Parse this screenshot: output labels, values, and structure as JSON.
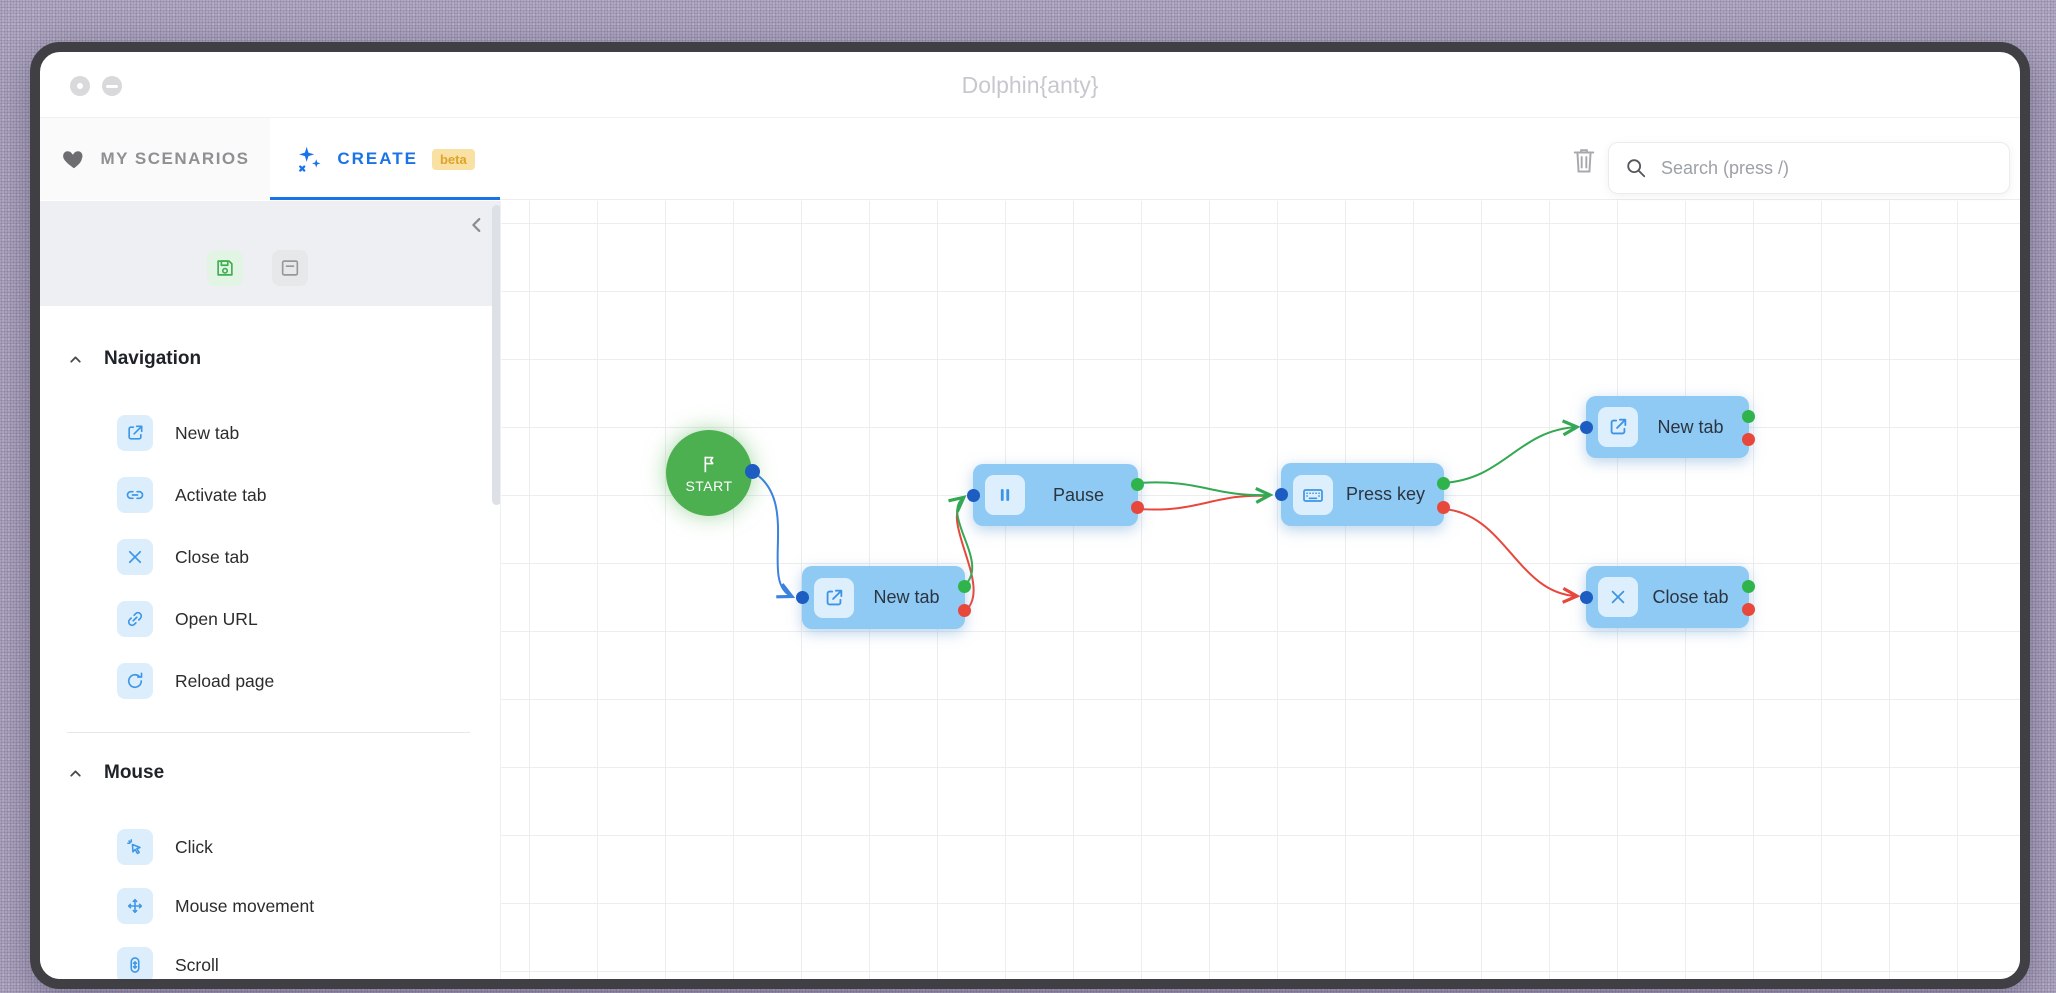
{
  "window": {
    "title": "Dolphin{anty}"
  },
  "tabs": {
    "my_scenarios": "MY SCENARIOS",
    "create": "CREATE",
    "beta_badge": "beta"
  },
  "toolbar": {
    "search_placeholder": "Search (press /)",
    "icons": [
      "trash-icon",
      "search-icon",
      "save-icon",
      "log-icon",
      "collapse-sidebar-icon"
    ]
  },
  "sidebar": {
    "sections": [
      {
        "title": "Navigation",
        "items": [
          {
            "label": "New tab",
            "icon": "new-tab-icon"
          },
          {
            "label": "Activate tab",
            "icon": "activate-tab-icon"
          },
          {
            "label": "Close tab",
            "icon": "close-tab-icon"
          },
          {
            "label": "Open URL",
            "icon": "open-url-icon"
          },
          {
            "label": "Reload page",
            "icon": "reload-page-icon"
          }
        ]
      },
      {
        "title": "Mouse",
        "items": [
          {
            "label": "Click",
            "icon": "click-icon"
          },
          {
            "label": "Mouse movement",
            "icon": "mouse-movement-icon"
          },
          {
            "label": "Scroll",
            "icon": "scroll-icon"
          }
        ]
      }
    ]
  },
  "canvas": {
    "start_label": "START",
    "nodes": [
      {
        "id": "new-tab-1",
        "label": "New tab",
        "icon": "new-tab-icon"
      },
      {
        "id": "pause",
        "label": "Pause",
        "icon": "pause-icon"
      },
      {
        "id": "press-key",
        "label": "Press key",
        "icon": "keyboard-icon"
      },
      {
        "id": "new-tab-2",
        "label": "New tab",
        "icon": "new-tab-icon"
      },
      {
        "id": "close-tab",
        "label": "Close tab",
        "icon": "close-tab-icon"
      }
    ],
    "edges": [
      {
        "from": "start",
        "to": "new-tab-1",
        "type": "flow",
        "color": "#3b82e0"
      },
      {
        "from": "new-tab-1:success",
        "to": "pause",
        "type": "success",
        "color": "#34a853"
      },
      {
        "from": "new-tab-1:error",
        "to": "pause",
        "type": "error",
        "color": "#e8473c"
      },
      {
        "from": "pause:success",
        "to": "press-key",
        "type": "success",
        "color": "#34a853"
      },
      {
        "from": "pause:error",
        "to": "press-key",
        "type": "error",
        "color": "#e8473c"
      },
      {
        "from": "press-key:success",
        "to": "new-tab-2",
        "type": "success",
        "color": "#34a853"
      },
      {
        "from": "press-key:error",
        "to": "close-tab",
        "type": "error",
        "color": "#e8473c"
      }
    ]
  },
  "colors": {
    "accent_blue": "#1a73e8",
    "node_fill": "#8fcaf4",
    "node_icon_bg": "#ddeffd",
    "start_green": "#4caf50",
    "port_in_blue": "#1d5cc0",
    "port_success_green": "#2fb34b",
    "port_error_red": "#e8473c",
    "beta_bg": "#f8e1a3",
    "beta_text": "#dfa32b"
  }
}
